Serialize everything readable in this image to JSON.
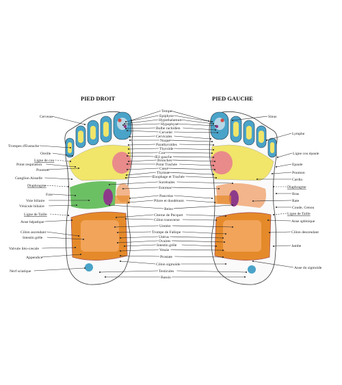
{
  "titles": {
    "right": "PIED DROIT",
    "left": "PIED GAUCHE"
  },
  "labels_left": [
    {
      "id": "cerveau",
      "text": "Cerveau"
    },
    {
      "id": "trompes",
      "text": "Trompes d'Eustache"
    },
    {
      "id": "oreille",
      "text": "Oreille"
    },
    {
      "id": "ligne_cou",
      "text": "Ligne de cou",
      "underline": true
    },
    {
      "id": "point_resp",
      "text": "Point respiration"
    },
    {
      "id": "poumon",
      "text": "Poumon"
    },
    {
      "id": "ganglion",
      "text": "Ganglion Aisselle"
    },
    {
      "id": "diaphragme_l",
      "text": "Diaphragme",
      "underline": true
    },
    {
      "id": "foie",
      "text": "Foie"
    },
    {
      "id": "voie_bil",
      "text": "Voie biliaire"
    },
    {
      "id": "vesicule",
      "text": "Vésicule biliaire"
    },
    {
      "id": "ligne_taille_l",
      "text": "Ligne de Taille",
      "underline": true
    },
    {
      "id": "anse_hep",
      "text": "Anse hépatique"
    },
    {
      "id": "colon_asc",
      "text": "Côlon ascendant"
    },
    {
      "id": "intestin_l",
      "text": "Intestin grêle"
    },
    {
      "id": "valvule",
      "text": "Valvule iléo-cæcale"
    },
    {
      "id": "appendice",
      "text": "Appendice"
    },
    {
      "id": "nerf",
      "text": "Nerf sciatique"
    }
  ],
  "labels_center": [
    {
      "id": "tempe",
      "text": "Tempe"
    },
    {
      "id": "epiphyse",
      "text": "Epiphyse"
    },
    {
      "id": "hypothalamus",
      "text": "Hypothalamus"
    },
    {
      "id": "hypophyse",
      "text": "Hypophyse"
    },
    {
      "id": "bulbe",
      "text": "Bulbe rachidien"
    },
    {
      "id": "cervelet",
      "text": "Cervelet"
    },
    {
      "id": "cervicales",
      "text": "Cervicales"
    },
    {
      "id": "nuque",
      "text": "Nuque"
    },
    {
      "id": "parathyroides",
      "text": "Parathyroïdes"
    },
    {
      "id": "thyroide",
      "text": "Thyroïde"
    },
    {
      "id": "cou",
      "text": "Cou"
    },
    {
      "id": "oeil",
      "text": "Œil gauche"
    },
    {
      "id": "bronches",
      "text": "Bronches"
    },
    {
      "id": "point_trachee",
      "text": "Point Trachée"
    },
    {
      "id": "coeur",
      "text": "Cœur"
    },
    {
      "id": "thymus",
      "text": "Thymus"
    },
    {
      "id": "oesophage",
      "text": "Œsophage et Trachée"
    },
    {
      "id": "surrenales",
      "text": "Surrénales"
    },
    {
      "id": "estomac",
      "text": "Estomac"
    },
    {
      "id": "pancreas",
      "text": "Pancréas"
    },
    {
      "id": "pilore",
      "text": "Pilore et duodénum"
    },
    {
      "id": "reins",
      "text": "Reins"
    },
    {
      "id": "citerne",
      "text": "Citerne de Pecquet"
    },
    {
      "id": "colon_trans",
      "text": "Côlon transverse"
    },
    {
      "id": "uretere",
      "text": "Uretère"
    },
    {
      "id": "trompe",
      "text": "Trompe de Fallope"
    },
    {
      "id": "uterus",
      "text": "Utérus"
    },
    {
      "id": "ovaires",
      "text": "Ovaires"
    },
    {
      "id": "intestin_c",
      "text": "Intestin grêle"
    },
    {
      "id": "vessie",
      "text": "Vessie"
    },
    {
      "id": "prostate",
      "text": "Prostate"
    },
    {
      "id": "colon_sig",
      "text": "Côlon sigmoïde"
    },
    {
      "id": "testicules",
      "text": "Testicules"
    },
    {
      "id": "bassin",
      "text": "Bassin"
    }
  ],
  "labels_right": [
    {
      "id": "sinus",
      "text": "Sinus"
    },
    {
      "id": "lymphe",
      "text": "Lymphe"
    },
    {
      "id": "ligne_cou_epaule",
      "text": "Ligne cou épaule"
    },
    {
      "id": "epaule",
      "text": "Epaule"
    },
    {
      "id": "poumon_r",
      "text": "Poumon"
    },
    {
      "id": "cardia",
      "text": "Cardia"
    },
    {
      "id": "diaphragme_r",
      "text": "Diaphragme",
      "underline": true
    },
    {
      "id": "bras",
      "text": "Bras"
    },
    {
      "id": "rate",
      "text": "Rate"
    },
    {
      "id": "coude",
      "text": "Coude, Genou"
    },
    {
      "id": "ligne_taille_r",
      "text": "Ligne de Taille",
      "underline": true
    },
    {
      "id": "anse_spl",
      "text": "Anse splénique"
    },
    {
      "id": "colon_desc",
      "text": "Côlon descendant"
    },
    {
      "id": "jambe",
      "text": "Jambe"
    },
    {
      "id": "anse_sig",
      "text": "Anse du sigmoïde"
    }
  ],
  "colors": {
    "blue": "#4aa3c8",
    "yellow": "#f1e56a",
    "green": "#6cc064",
    "orange": "#e58a2a",
    "pink": "#e98b8a",
    "red": "#d44a44",
    "purple": "#8d3a8a",
    "peach": "#f2b58c"
  }
}
